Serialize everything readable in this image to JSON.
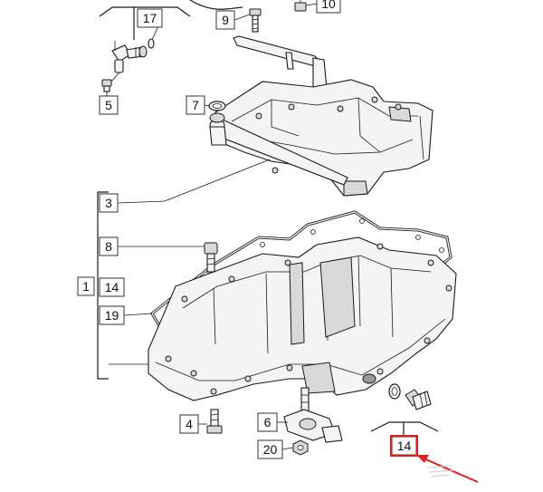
{
  "callouts": {
    "c17": "17",
    "c10": "10",
    "c9": "9",
    "c5": "5",
    "c7": "7",
    "c3": "3",
    "c8": "8",
    "c1": "1",
    "c14a": "14",
    "c19": "19",
    "c4": "4",
    "c6": "6",
    "c20": "20",
    "c14b": "14"
  },
  "colors": {
    "highlight": "#e02020",
    "line": "#1a1a1a"
  }
}
